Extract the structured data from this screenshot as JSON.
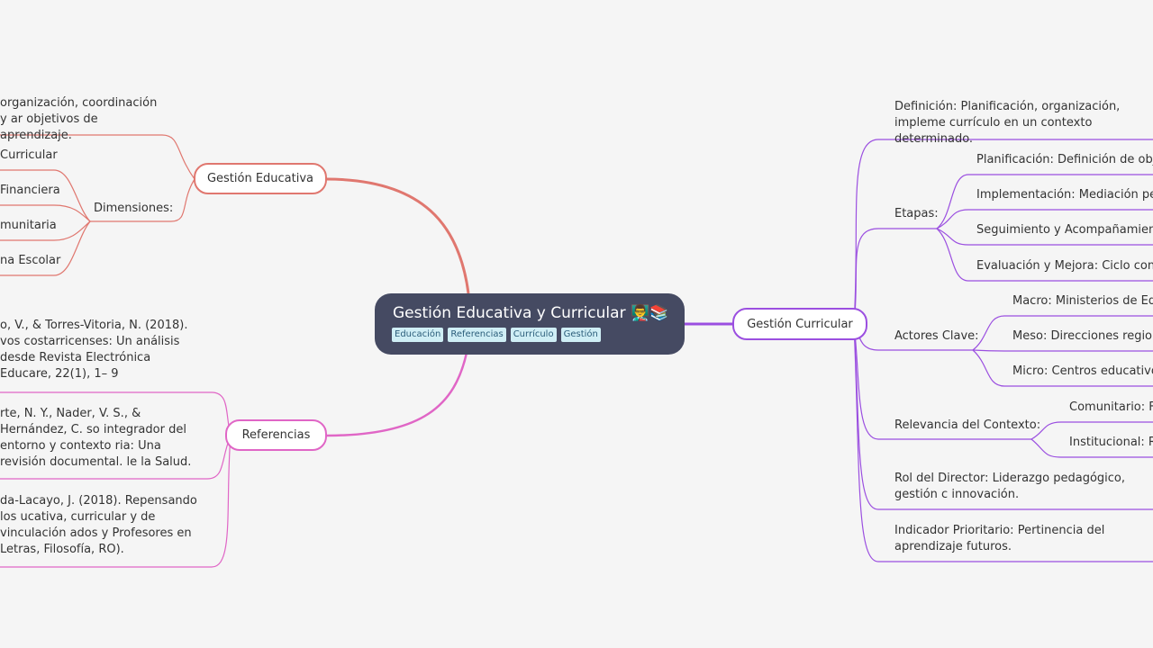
{
  "colors": {
    "educativa": "#e0776f",
    "curricular": "#9b4fe0",
    "referencias": "#e066c6",
    "root_bg": "#454a62",
    "tag_bg": "#cfeef5",
    "background": "#f5f5f5"
  },
  "root": {
    "title": "Gestión Educativa y Curricular 👨‍🏫📚",
    "tags": [
      "Educación",
      "Referencias",
      "Currículo",
      "Gestión"
    ]
  },
  "educativa": {
    "label": "Gestión Educativa",
    "definition": "organización, coordinación y ar objetivos de aprendizaje.",
    "dimensiones_label": "Dimensiones:",
    "dimensiones": [
      "Curricular",
      "Financiera",
      "munitaria",
      "na Escolar"
    ]
  },
  "referencias": {
    "label": "Referencias",
    "items": [
      "o, V., & Torres-Vitoria, N. (2018). vos costarricenses: Un análisis desde Revista Electrónica Educare, 22(1), 1– 9",
      "rte, N. Y., Nader, V. S., & Hernández, C. so integrador del entorno y contexto ria: Una revisión documental. le la Salud.",
      "da-Lacayo, J. (2018). Repensando los ucativa, curricular y de vinculación ados y Profesores en Letras, Filosofía, RO)."
    ]
  },
  "curricular": {
    "label": "Gestión Curricular",
    "definition": "Definición: Planificación, organización, impleme currículo en un contexto determinado.",
    "etapas_label": "Etapas:",
    "etapas": [
      "Planificación: Definición de objet",
      "Implementación: Mediación peda",
      "Seguimiento y Acompañamiento",
      "Evaluación y Mejora: Ciclo contin"
    ],
    "actores_label": "Actores Clave:",
    "actores": [
      "Macro: Ministerios de Educ",
      "Meso: Direcciones regiona",
      "Micro: Centros educativos"
    ],
    "relevancia_label": "Relevancia del Contexto:",
    "relevancia": [
      "Comunitario: Fa",
      "Institucional: Re"
    ],
    "rol": "Rol del Director: Liderazgo pedagógico, gestión c innovación.",
    "indicador": "Indicador Prioritario: Pertinencia del aprendizaje futuros."
  }
}
